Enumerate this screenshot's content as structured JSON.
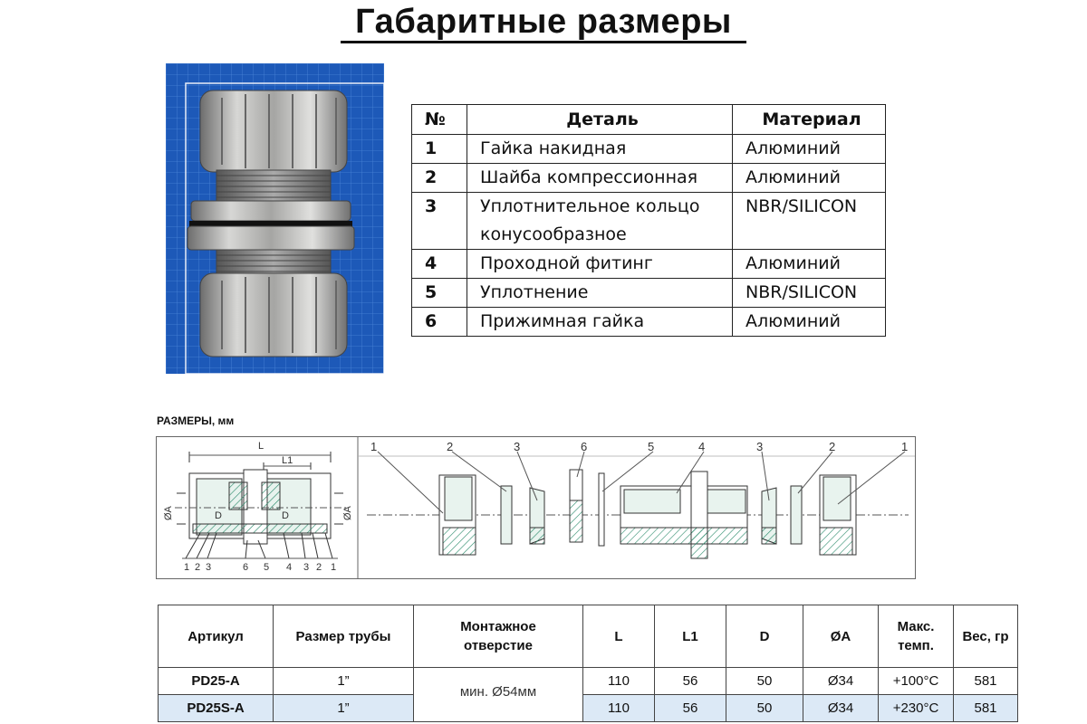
{
  "page_title": "Габаритные размеры",
  "parts_table": {
    "headers": [
      "№",
      "Деталь",
      "Материал"
    ],
    "rows": [
      {
        "num": "1",
        "part": "Гайка накидная",
        "material": "Алюминий"
      },
      {
        "num": "2",
        "part": "Шайба компрессионная",
        "material": "Алюминий"
      },
      {
        "num": "3",
        "part": "Уплотнительное кольцо конусообразное",
        "material": "NBR/SILICON"
      },
      {
        "num": "4",
        "part": "Проходной фитинг",
        "material": "Алюминий"
      },
      {
        "num": "5",
        "part": "Уплотнение",
        "material": "NBR/SILICON"
      },
      {
        "num": "6",
        "part": "Прижимная гайка",
        "material": "Алюминий"
      }
    ]
  },
  "dimensions_label": "РАЗМЕРЫ, мм",
  "drawing": {
    "assembly_labels": {
      "L": "L",
      "L1": "L1",
      "D": "D",
      "OA": "ØA"
    },
    "assembly_callouts": [
      "1",
      "2",
      "3",
      "6",
      "5",
      "4",
      "3",
      "2",
      "1"
    ],
    "exploded_callouts": [
      "1",
      "2",
      "3",
      "6",
      "5",
      "4",
      "3",
      "2",
      "1"
    ]
  },
  "spec_table": {
    "headers": [
      "Артикул",
      "Размер трубы",
      "Монтажное отверстие",
      "L",
      "L1",
      "D",
      "ØA",
      "Макс. темп.",
      "Вес, гр"
    ],
    "mounting_hole": "мин. Ø54мм",
    "rows": [
      {
        "article": "PD25-A",
        "pipe": "1”",
        "L": "110",
        "L1": "56",
        "D": "50",
        "OA": "Ø34",
        "temp": "+100°C",
        "weight": "581"
      },
      {
        "article": "PD25S-A",
        "pipe": "1”",
        "L": "110",
        "L1": "56",
        "D": "50",
        "OA": "Ø34",
        "temp": "+230°C",
        "weight": "581"
      }
    ]
  },
  "colors": {
    "photo_background": "#1d59b8",
    "alt_row": "#dce9f6"
  }
}
